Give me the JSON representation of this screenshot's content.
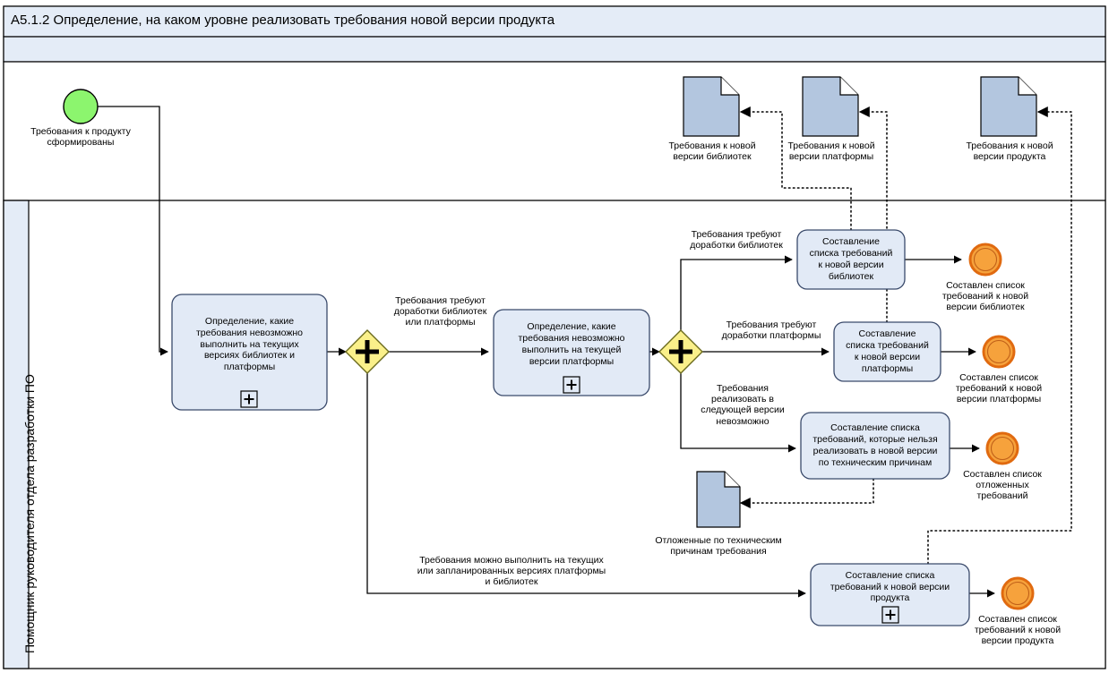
{
  "diagram": {
    "type": "bpmn-process-diagram",
    "pool_title": "A5.1.2 Определение, на каком уровне реализовать требования новой версии продукта",
    "lane_title": "Помощник руководителя отдела разработки ПО",
    "colors": {
      "pool_header_fill": "#E4ECF7",
      "lane_header_fill": "#E4ECF7",
      "task_fill": "#E2EAF6",
      "task_stroke": "#3A4A6B",
      "gateway_fill": "#FAF08A",
      "gateway_stroke": "#4A4A1E",
      "start_event_fill": "#8CF56E",
      "start_event_stroke": "#000000",
      "end_event_fill": "#F6A23C",
      "end_event_stroke": "#E06A10",
      "data_object_fill": "#B3C6DF",
      "data_object_stroke": "#000000",
      "flow_stroke": "#000000",
      "frame_stroke": "#000000"
    }
  },
  "events": {
    "start": {
      "name": "start-event-requirements-formed",
      "label": "Требования к продукту\nсформированы"
    },
    "ends": [
      {
        "name": "end-event-library-list",
        "label": "Составлен список\nтребований к новой\nверсии библиотек"
      },
      {
        "name": "end-event-platform-list",
        "label": "Составлен список\nтребований к новой\nверсии платформы"
      },
      {
        "name": "end-event-deferred-list",
        "label": "Составлен список\nотложенных\nтребований"
      },
      {
        "name": "end-event-product-list",
        "label": "Составлен список\nтребований к новой\nверсии продукта"
      }
    ]
  },
  "tasks": [
    {
      "name": "task-define-unfeasible-current-lib-platform",
      "label": "Определение, какие\nтребования невозможно\nвыполнить на текущих\nверсиях библиотек и\nплатформы",
      "marker": "+"
    },
    {
      "name": "task-define-unfeasible-current-platform",
      "label": "Определение, какие\nтребования невозможно\nвыполнить на текущей\nверсии платформы",
      "marker": "+"
    },
    {
      "name": "task-compose-library-requirements",
      "label": "Составление\nсписка требований\nк новой версии\nбиблиотек",
      "marker": ""
    },
    {
      "name": "task-compose-platform-requirements",
      "label": "Составление\nсписка требований\nк новой версии\nплатформы",
      "marker": ""
    },
    {
      "name": "task-compose-deferred-requirements",
      "label": "Составление списка\nтребований, которые нельзя\nреализовать в новой версии\nпо техническим причинам",
      "marker": ""
    },
    {
      "name": "task-compose-product-requirements",
      "label": "Составление списка\nтребований к новой версии\nпродукта",
      "marker": "+"
    }
  ],
  "gateways": [
    {
      "name": "gateway-parallel-1",
      "symbol": "+"
    },
    {
      "name": "gateway-parallel-2",
      "symbol": "+"
    }
  ],
  "data_objects": [
    {
      "name": "data-object-library-requirements",
      "label": "Требования к новой\nверсии библиотек"
    },
    {
      "name": "data-object-platform-requirements",
      "label": "Требования к новой\nверсии платформы"
    },
    {
      "name": "data-object-product-requirements",
      "label": "Требования к новой\nверсии продукта"
    },
    {
      "name": "data-object-deferred-requirements",
      "label": "Отложенные по техническим\nпричинам требования"
    }
  ],
  "flow_labels": [
    {
      "name": "flow-label-needs-lib-or-platform-rework",
      "text": "Требования требуют\nдоработки библиотек\nили платформы"
    },
    {
      "name": "flow-label-needs-lib-rework",
      "text": "Требования требуют\nдоработки библиотек"
    },
    {
      "name": "flow-label-needs-platform-rework",
      "text": "Требования требуют\nдоработки платформы"
    },
    {
      "name": "flow-label-impossible-next-version",
      "text": "Требования\nреализовать в\nследующей версии\nневозможно"
    },
    {
      "name": "flow-label-feasible-current-or-planned",
      "text": "Требования можно выполнить на текущих\nили запланированных версиях платформы\nи библиотек"
    }
  ]
}
